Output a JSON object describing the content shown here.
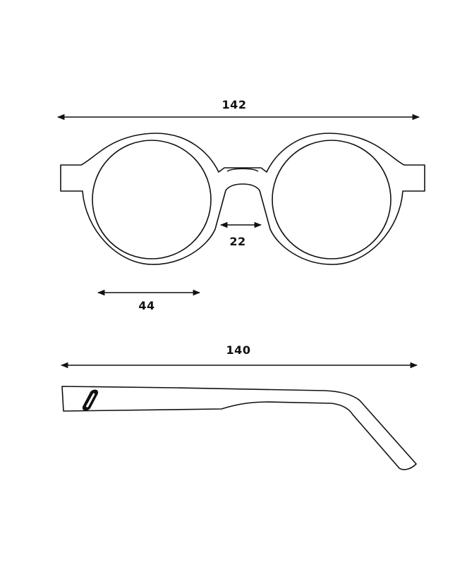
{
  "dimensions": {
    "total_width": "142",
    "bridge_width": "22",
    "lens_width": "44",
    "temple_length": "140"
  },
  "colors": {
    "line": "#111111",
    "background": "#ffffff"
  }
}
